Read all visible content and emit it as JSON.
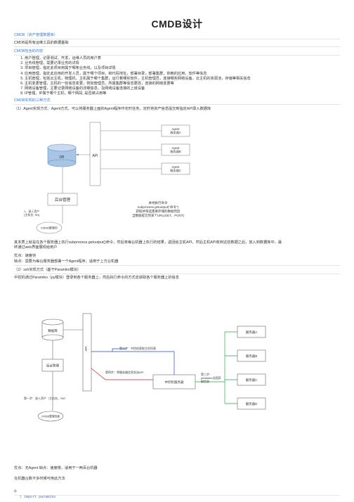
{
  "title": "CMDB设计",
  "sections": {
    "what_is": "CMDB（资产管理数据库）",
    "what_is_desc": "CMDB是所有运维工具的数据基础",
    "content_head": "CMDB包含的内容",
    "content_items": [
      "用户管理，记录测试，开发，运维人员的用户表",
      "业务线管理，需要记录业务的详情",
      "项目管理，指定此项目用属于哪条业务线，以及项目详情",
      "应用管理，指定此应用的开发人员，属于哪个项目，和代码地址，部署目录，部署集群，依赖的应用，软件等信息",
      "主机管理，包括云主机，物理机，主机属于哪个集群，运行着哪些软件，主机管理员，连接哪些网络设备，云主机的资源池，存储等相关信息",
      "主机变更管理，主机的一些信息变更，例如管理员，所属集群等信息更改，连接的网络变更等",
      "网络设备管理，主要记录网络设备的详细信息，及网络设备连接的上级设备",
      "IP管理，IP属于哪个主机，哪个网段, 是否被占用等"
    ],
    "impl_head": "CMDB实现的三种方式",
    "impl1": "（1）Agent实现方式：Agent方式，可以将服务器上面的Agent程序作定时任务，定时将资产信息提交到指定API录入数据库",
    "impl1_note1": "其本质上就是在各个服务器上执行subprocess.getoutput()命令，然后将每台机器上执行的结果，返回给主机API，然后主机API收到这些数据之后，放入到数据库中，最",
    "impl1_note2": "终通过web界面展现给用户",
    "impl1_pros": "优点：速度快",
    "impl1_cons": "缺点：需要为每台服务器部署一个Agent程序，适用于上万台机器",
    "impl2": "（2）ssh实现方式（基于Paramiko模块）",
    "impl2_desc": "中控机通过Paramiko（py模块）登录到各个服务器上，然后执行命令的方式去获取各个服务器上的信息",
    "impl2_pros_cons": "优点：无Agent  缺点：速度慢，适用于一两百台机器",
    "impl2_hint": "在机器台数不多时候可用此方法",
    "code_line": "import paramiko",
    "copy_icon": "copy-icon"
  },
  "diagram1": {
    "db": "DB",
    "api": "API",
    "agents": [
      "Agent\n服务器A",
      "Agent\n服务器B",
      "Agent\n服务器C"
    ],
    "backend": "后台管理",
    "step1": "1、录入资产\n(主机名, SN)",
    "cmdb_ui": "CMDB管理页",
    "note": "本地执行命令\nsubprocess.getoutput(\"命令\")\n获取并筛选需要存储的数据然后\n当数据提交到某个URL(GET、POST)"
  },
  "diagram2": {
    "db": "数据库",
    "api": "API",
    "backend": "后台管理",
    "ctrl": "中控机服务器",
    "step1": "第一步：录入资产（主机名，SN）",
    "step2": "第二步：中控机获取主机列表",
    "step3": "第四步：将服务器信息发送API",
    "step4": "第三步：\nparamiko远程获\n取信息",
    "ui": "CMDB管理页面",
    "servers": [
      "服务器A",
      "服务器B",
      "服务器C",
      "服务器D"
    ]
  }
}
